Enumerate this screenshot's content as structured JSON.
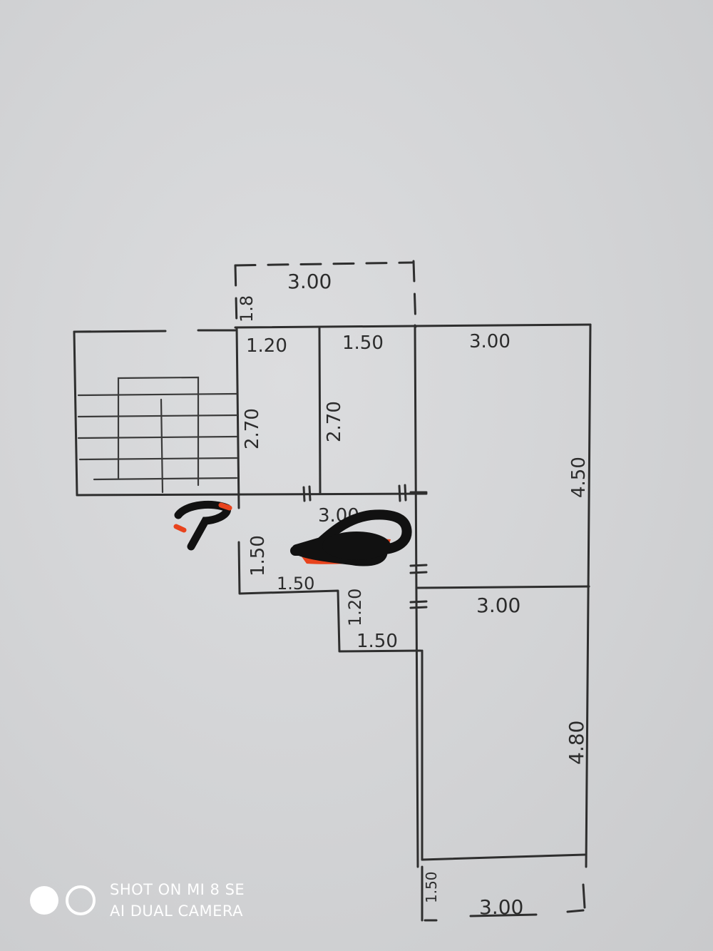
{
  "plan": {
    "dims": {
      "top_dashed": "3.00",
      "top_left_side": "1.8",
      "room_a_width": "1.20",
      "room_a_height": "2.70",
      "room_b_width": "1.50",
      "room_b_height": "2.70",
      "room_c_width": "3.00",
      "room_c_height": "4.50",
      "hall_width": "3.00",
      "left_side": "1.50",
      "bottom_left": "1.50",
      "step_height": "1.20",
      "step_width": "1.50",
      "room_d_width": "3.00",
      "room_d_height": "4.80",
      "bottom_side": "1.50",
      "bottom_width": "3.00"
    }
  },
  "watermark": {
    "line1": "SHOT ON MI 8 SE",
    "line2": "AI DUAL CAMERA"
  },
  "colors": {
    "paper": "#d4d5d7",
    "ink": "#2c2c2c",
    "redaction": "#111111",
    "marker_red": "#e8431d",
    "watermark": "#ffffff"
  }
}
